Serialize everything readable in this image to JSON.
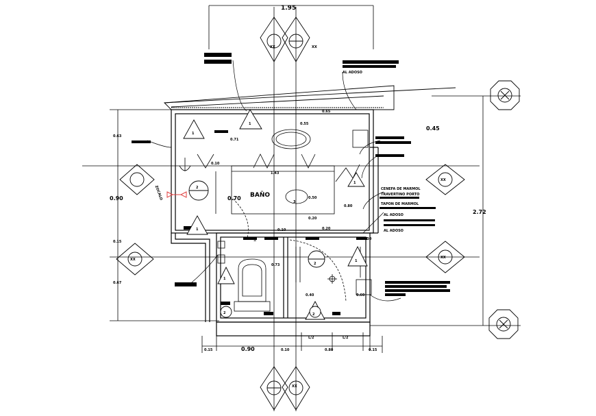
{
  "drawing": {
    "room_name": "BAÑO",
    "level_marker": "±",
    "bubble_code": "XX",
    "annotations": {
      "al_adoso_top": "AL ADOSO",
      "zocalo": "ZOCALO",
      "cenefa_line1": "CENEFA DE MARMOL",
      "cenefa_line2": "TRAVERTINO PORTO",
      "tapon": "TAPON DE MARMOL",
      "al_adoso_mid": "AL ADOSO",
      "al_adoso_low": "AL ADOSO"
    },
    "dimensions": {
      "top_width": "1.95",
      "total_height": "2.72",
      "right_upper": "0.45",
      "left_upper": "0.63",
      "left_mid": "0.90",
      "left_small": "0.15",
      "left_lower": "0.67",
      "bottom_left_edge": "0.15",
      "bottom_left": "0.90",
      "bottom_mid": "0.10",
      "bottom_right": "0.80",
      "bottom_right_edge": "0.15",
      "half_left": "L/2",
      "half_right": "L/2",
      "room_height": "0.70",
      "inner_071": "0.71",
      "inner_010_a": "0.10",
      "inner_143": "1.43",
      "inner_050": "0.50",
      "inner_020_a": "0.20",
      "inner_020_b": "0.20",
      "inner_010_b": "0.10",
      "inner_080": "0.80",
      "inner_073": "0.73",
      "inner_040": "0.40",
      "inner_060": "0.60",
      "inner_030": "0.30",
      "inner_065": "0.65",
      "inner_055": "0.55"
    },
    "section_numbers": [
      "1",
      "2",
      "1",
      "3",
      "1",
      "2",
      "1",
      "2",
      "1",
      "1",
      "2"
    ]
  }
}
